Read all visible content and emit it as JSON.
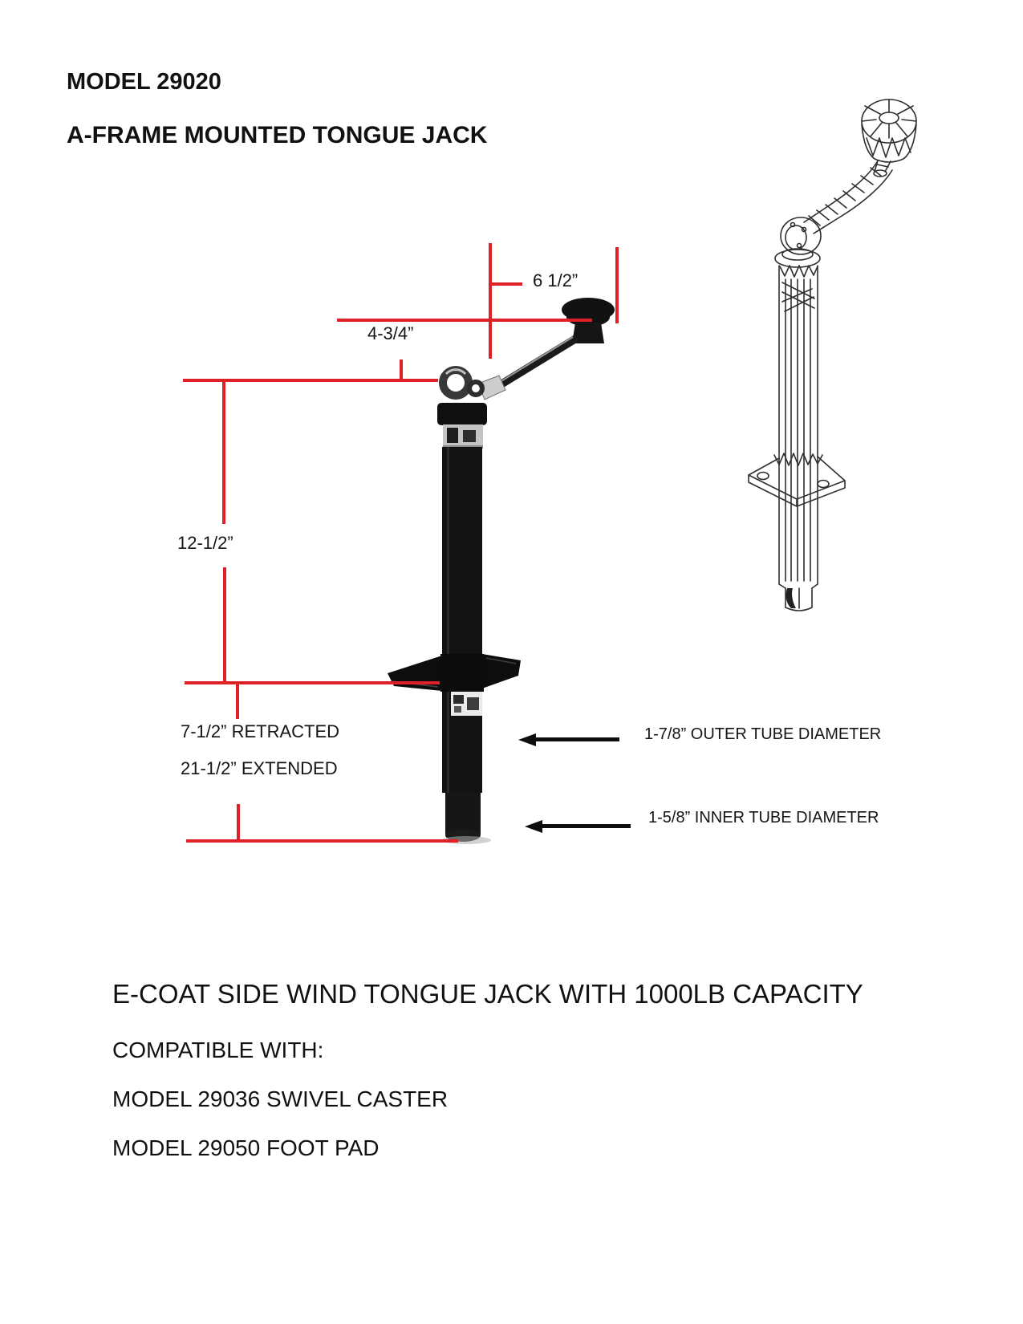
{
  "document": {
    "title_line1": "MODEL 29020",
    "title_line2": "A-FRAME MOUNTED TONGUE JACK"
  },
  "diagram": {
    "accent_color": "#de2126",
    "labels": {
      "handle_height": "6 1/2”",
      "handle_offset": "4-3/4”",
      "body_length": "12-1/2”",
      "travel_retracted": "7-1/2” RETRACTED",
      "travel_extended": "21-1/2” EXTENDED",
      "outer_tube": "1-7/8” OUTER TUBE DIAMETER",
      "inner_tube": "1-5/8” INNER TUBE DIAMETER"
    }
  },
  "footer": {
    "headline": "E-COAT SIDE WIND TONGUE JACK WITH 1000LB CAPACITY",
    "compatible_heading": "COMPATIBLE WITH:",
    "compatible_items": [
      "MODEL 29036 SWIVEL CASTER",
      "MODEL 29050 FOOT PAD"
    ]
  }
}
